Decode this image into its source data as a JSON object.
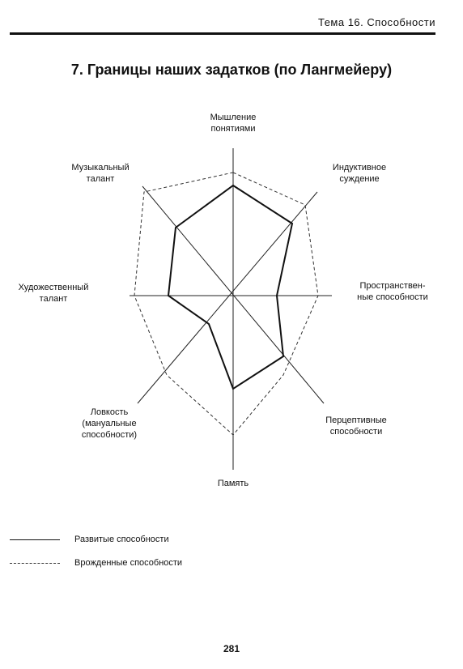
{
  "header": {
    "topic": "Тема 16. Способности"
  },
  "title": "7. Границы наших задатков (по Лангмейеру)",
  "axes": {
    "thinking": [
      "Мышление",
      "понятиями"
    ],
    "inductive": [
      "Индуктивное",
      "суждение"
    ],
    "spatial": [
      "Пространствен-",
      "ные способности"
    ],
    "perceptive": [
      "Перцептивные",
      "способности"
    ],
    "memory": [
      "Память"
    ],
    "dexterity": [
      "Ловкость",
      "(мануальные",
      "способности)"
    ],
    "artistic": [
      "Художественный",
      "талант"
    ],
    "musical": [
      "Музыкальный",
      "талант"
    ]
  },
  "legend": {
    "developed": "Развитые способности",
    "innate": "Врожденные способности"
  },
  "page_number": "281"
}
